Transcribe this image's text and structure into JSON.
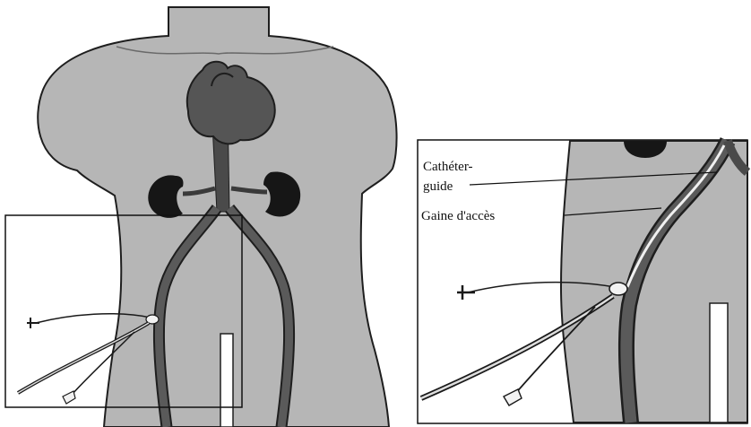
{
  "figure": {
    "labels": {
      "guide_catheter_line1": "Cathéter-",
      "guide_catheter_line2": "guide",
      "access_sheath": "Gaine d'accès"
    },
    "colors": {
      "body_fill": "#b6b6b6",
      "body_outline": "#1e1e1e",
      "organ_fill": "#161616",
      "heart_fill": "#555555",
      "vessel_fill": "#4a4a4a",
      "device_line": "#1a1a1a",
      "frame_line": "#111111",
      "background": "#ffffff"
    }
  }
}
